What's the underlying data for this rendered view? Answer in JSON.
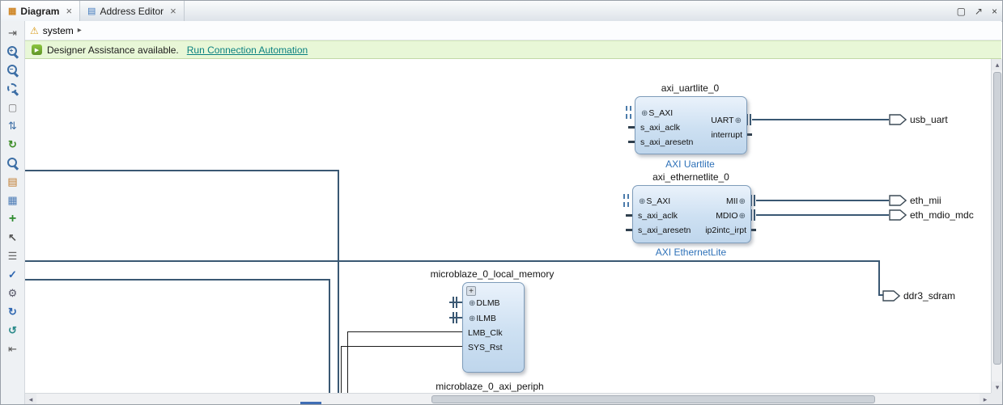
{
  "window": {
    "controls": {
      "maximize": "▢",
      "float": "↗",
      "close": "×"
    }
  },
  "tabs": [
    {
      "label": "Diagram"
    },
    {
      "label": "Address Editor"
    }
  ],
  "icons": {
    "diagram_tab": "▦",
    "address_tab": "▤",
    "close": "×",
    "warning": "⚠",
    "breadcrumb_arrow": "▸",
    "assist_arrow": "▶",
    "interface_pin": "⊕",
    "expand_plus": "+",
    "arrow_left": "◂",
    "arrow_right": "▸",
    "arrow_up": "▴",
    "arrow_down": "▾"
  },
  "breadcrumb": {
    "path": "system"
  },
  "banner": {
    "message": "Designer Assistance available.",
    "link_label": "Run Connection Automation"
  },
  "toolbar": {
    "items": [
      {
        "name": "dock",
        "glyph": "⇥"
      },
      {
        "name": "zoom-in",
        "glyph": "",
        "badge": "+"
      },
      {
        "name": "zoom-out",
        "glyph": "",
        "badge": "−"
      },
      {
        "name": "zoom-fit",
        "glyph": "",
        "badge": ""
      },
      {
        "name": "select-area",
        "glyph": "▢"
      },
      {
        "name": "fit-selection",
        "glyph": "⇅"
      },
      {
        "name": "auto-fit",
        "glyph": "↻"
      },
      {
        "name": "search",
        "glyph": "",
        "badge": ""
      },
      {
        "name": "collapse-hierarchy",
        "glyph": "▤"
      },
      {
        "name": "show-grid",
        "glyph": "▦"
      },
      {
        "name": "add-ip",
        "glyph": "+"
      },
      {
        "name": "pointer",
        "glyph": "↖"
      },
      {
        "name": "design-checklist",
        "glyph": "☰"
      },
      {
        "name": "validate-design",
        "glyph": "✓"
      },
      {
        "name": "settings",
        "glyph": "⚙"
      },
      {
        "name": "regenerate-layout",
        "glyph": "↻"
      },
      {
        "name": "refresh",
        "glyph": "↺"
      },
      {
        "name": "make-external",
        "glyph": "⇤"
      }
    ]
  },
  "diagram": {
    "axi_uartlite": {
      "instance": "axi_uartlite_0",
      "type_label": "AXI Uartlite",
      "left_ports": [
        "S_AXI",
        "s_axi_aclk",
        "s_axi_aresetn"
      ],
      "right_ports": [
        "UART",
        "interrupt"
      ]
    },
    "axi_ethernetlite": {
      "instance": "axi_ethernetlite_0",
      "type_label": "AXI EthernetLite",
      "left_ports": [
        "S_AXI",
        "s_axi_aclk",
        "s_axi_aresetn"
      ],
      "right_ports": [
        "MII",
        "MDIO",
        "ip2intc_irpt"
      ]
    },
    "local_memory": {
      "instance": "microblaze_0_local_memory",
      "ports": [
        "DLMB",
        "ILMB",
        "LMB_Clk",
        "SYS_Rst"
      ]
    },
    "axi_periph": {
      "instance": "microblaze_0_axi_periph"
    },
    "external_ports": [
      "usb_uart",
      "eth_mii",
      "eth_mdio_mdc",
      "ddr3_sdram"
    ]
  },
  "colors": {
    "link": "#0b8180",
    "banner_bg": "#e8f7d7",
    "wire": "#3a5873",
    "block_type_label": "#2e71b8"
  }
}
